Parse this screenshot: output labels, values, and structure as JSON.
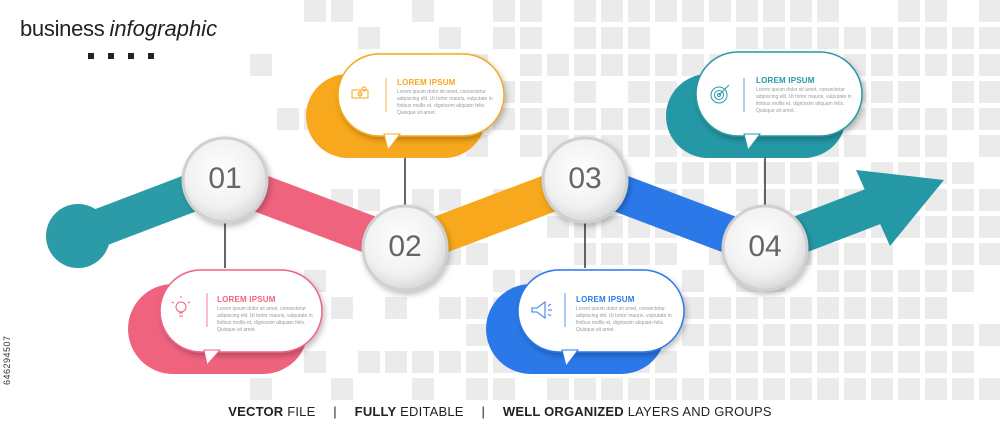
{
  "header": {
    "title_bold": "business",
    "title_italic": "infographic"
  },
  "colors": {
    "teal": "#2a9ba7",
    "pink": "#f0637f",
    "orange": "#f7a81c",
    "blue": "#2b79e8",
    "teal2": "#2598a6",
    "bg_squares": "#ebebeb"
  },
  "steps": [
    {
      "number": "01",
      "title": "LOREM IPSUM",
      "text": "Lorem ipsum dolor sit amet, consectetur adipiscing elit. Ut tortor mauris, vulputate in finibus mollis et, dignissim aliquam felis. Quisque sit amet.",
      "icon": "lightbulb-icon",
      "color": "#f0637f"
    },
    {
      "number": "02",
      "title": "LOREM IPSUM",
      "text": "Lorem ipsum dolor sit amet, consectetur adipiscing elit. Ut tortor mauris, vulputate in finibus mollis et, dignissim aliquam felis. Quisque sit amet.",
      "icon": "puzzle-icon",
      "color": "#f7a81c"
    },
    {
      "number": "03",
      "title": "LOREM IPSUM",
      "text": "Lorem ipsum dolor sit amet, consectetur adipiscing elit. Ut tortor mauris, vulputate in finibus mollis et, dignissim aliquam felis. Quisque sit amet.",
      "icon": "megaphone-icon",
      "color": "#2b79e8"
    },
    {
      "number": "04",
      "title": "LOREM IPSUM",
      "text": "Lorem ipsum dolor sit amet, consectetur adipiscing elit. Ut tortor mauris, vulputate in finibus mollis et, dignissim aliquam felis. Quisque sit amet.",
      "icon": "target-icon",
      "color": "#2598a6"
    }
  ],
  "footer": {
    "part1_bold": "VECTOR",
    "part1_rest": " FILE",
    "sep1": "|",
    "part2_bold": "FULLY",
    "part2_rest": " EDITABLE",
    "sep2": "|",
    "part3_bold": "WELL ORGANIZED",
    "part3_rest": " LAYERS AND GROUPS"
  },
  "stock_id": "646294507"
}
